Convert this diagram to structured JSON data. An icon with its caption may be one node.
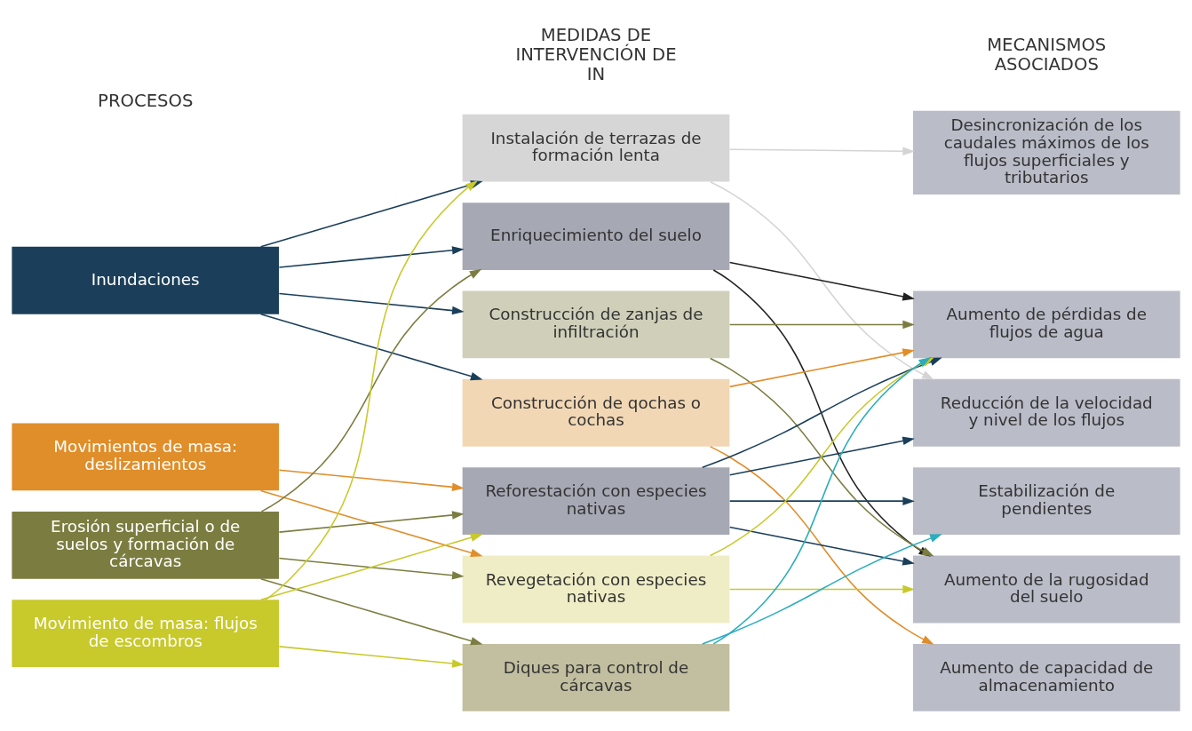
{
  "diagram": {
    "nodes": [
      {
        "text": [
          "Inundaciones"
        ]
      },
      {
        "text": [
          "Movimientos de masa: deslizamientos"
        ]
      },
      {
        "text": [
          "Erosión superficial o de suelos y formación de cárcavas"
        ]
      },
      {
        "text": [
          "Movimiento de masa: flujos de escombros"
        ]
      },
      {
        "text": [
          "Instalación de terrazas de formación lenta"
        ]
      },
      {
        "text": [
          "Enriquecimiento del suelo"
        ]
      },
      {
        "text": [
          "Construcción de zanjas de infiltración"
        ]
      },
      {
        "text": [
          "Construcción de qochas o cochas"
        ]
      },
      {
        "text": [
          "Reforestación con especies nativas"
        ]
      },
      {
        "text": [
          "Revegetación con especies nativas"
        ]
      },
      {
        "text": [
          "Diques para control de cárcavas"
        ]
      },
      {
        "text": [
          "Desincronización de los caudales máximos de los flujos superficiales y tributarios"
        ]
      },
      {
        "text": [
          "Aumento de pérdidas de flujos de agua"
        ]
      },
      {
        "text": [
          "Reducción de la velocidad y nivel de los flujos"
        ]
      },
      {
        "text": [
          "Estabilización de pendientes"
        ]
      },
      {
        "text": [
          "Aumento de la rugosidad del suelo"
        ]
      },
      {
        "text": [
          "Aumento de capacidad de almacenamiento"
        ]
      }
    ],
    "edges": [
      {
        "from": 0,
        "to": 4,
        "arrow": "to"
      },
      {
        "from": 0,
        "to": 5,
        "arrow": "to"
      },
      {
        "from": 0,
        "to": 6,
        "arrow": "to"
      },
      {
        "from": 0,
        "to": 7,
        "arrow": "to"
      },
      {
        "from": 1,
        "to": 8,
        "arrow": "to",
        "color": "#e08e2a"
      },
      {
        "from": 1,
        "to": 9,
        "arrow": "to",
        "color": "#e08e2a"
      },
      {
        "from": 2,
        "to": 5,
        "arrow": "to",
        "color": "#7b7d40"
      },
      {
        "from": 2,
        "to": 8,
        "arrow": "to",
        "color": "#7b7d40"
      },
      {
        "from": 2,
        "to": 9,
        "arrow": "to",
        "color": "#7b7d40"
      },
      {
        "from": 2,
        "to": 10,
        "arrow": "to",
        "color": "#7b7d40"
      },
      {
        "from": 3,
        "to": 4,
        "arrow": "to",
        "color": "#c8c92a"
      },
      {
        "from": 3,
        "to": 8,
        "arrow": "to",
        "color": "#c8c92a"
      },
      {
        "from": 3,
        "to": 10,
        "arrow": "to",
        "color": "#c8c92a"
      },
      {
        "from": 4,
        "to": 11,
        "arrow": "to",
        "color": "#d4d4d4"
      },
      {
        "from": 4,
        "to": 13,
        "arrow": "to",
        "color": "#d4d4d4"
      },
      {
        "from": 5,
        "to": 12,
        "arrow": "to",
        "color": "#222222"
      },
      {
        "from": 5,
        "to": 15,
        "arrow": "to",
        "color": "#222222"
      },
      {
        "from": 6,
        "to": 12,
        "arrow": "to",
        "color": "#7b7d40"
      },
      {
        "from": 6,
        "to": 15,
        "arrow": "to",
        "color": "#7b7d40"
      },
      {
        "from": 7,
        "to": 12,
        "arrow": "to",
        "color": "#e08e2a"
      },
      {
        "from": 7,
        "to": 16,
        "arrow": "to",
        "color": "#e08e2a"
      },
      {
        "from": 8,
        "to": 12,
        "arrow": "to"
      },
      {
        "from": 8,
        "to": 13,
        "arrow": "to"
      },
      {
        "from": 8,
        "to": 14,
        "arrow": "to"
      },
      {
        "from": 8,
        "to": 15,
        "arrow": "to"
      },
      {
        "from": 9,
        "to": 12,
        "arrow": "to",
        "color": "#c8c92a"
      },
      {
        "from": 9,
        "to": 15,
        "arrow": "to",
        "color": "#c8c92a"
      },
      {
        "from": 10,
        "to": 12,
        "arrow": "to",
        "color": "#2aadbd"
      },
      {
        "from": 10,
        "to": 14,
        "arrow": "to",
        "color": "#2aadbd"
      }
    ],
    "labels": [
      "PROCESOS",
      "MEDIDAS DE INTERVENCIÓN DE IN",
      "MECANISMOS ASOCIADOS"
    ]
  }
}
